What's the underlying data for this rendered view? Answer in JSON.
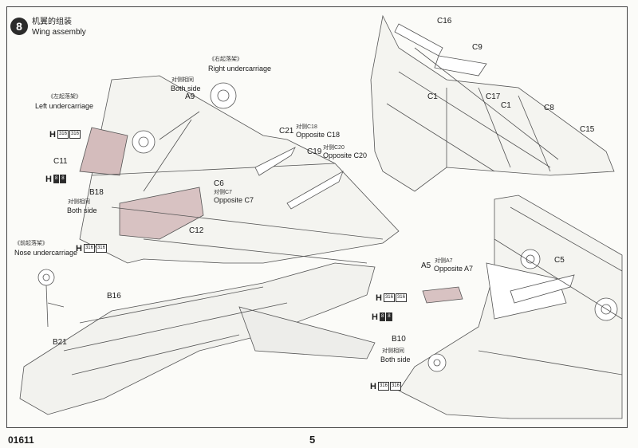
{
  "step": {
    "number": "8",
    "title_cn": "机翼的组装",
    "title_en": "Wing assembly"
  },
  "footer": {
    "product_code": "01611",
    "page_number": "5"
  },
  "paint_callouts": [
    {
      "letter": "H",
      "codes": [
        "316",
        "316"
      ],
      "style": "light"
    },
    {
      "letter": "H",
      "codes": [
        "8",
        "8"
      ],
      "style": "dark"
    },
    {
      "letter": "H",
      "codes": [
        "316",
        "316"
      ],
      "style": "light"
    },
    {
      "letter": "H",
      "codes": [
        "316",
        "316"
      ],
      "style": "light"
    },
    {
      "letter": "H",
      "codes": [
        "8",
        "8"
      ],
      "style": "dark"
    },
    {
      "letter": "H",
      "codes": [
        "316",
        "316"
      ],
      "style": "light"
    }
  ],
  "labels": {
    "right_uc_cn": "《右起落架》",
    "right_uc": "Right undercarriage",
    "both_side_cn_1": "对侧相同",
    "both_side_1": "Both side",
    "a9": "A9",
    "left_uc_cn": "《左起落架》",
    "left_uc": "Left undercarriage",
    "c11": "C11",
    "b18": "B18",
    "both_side_cn_2": "对侧相同",
    "both_side_2": "Both side",
    "c6": "C6",
    "opp_c7_cn": "对侧C7",
    "opp_c7": "Opposite C7",
    "c12": "C12",
    "c21": "C21",
    "opp_c18_cn": "对侧C18",
    "opp_c18": "Opposite C18",
    "c19": "C19",
    "opp_c20_cn": "对侧C20",
    "opp_c20": "Opposite C20",
    "nose_uc_cn": "《前起落架》",
    "nose_uc": "Nose undercarriage",
    "b16": "B16",
    "b21": "B21",
    "c16": "C16",
    "c9": "C9",
    "c1a": "C1",
    "c17": "C17",
    "c1b": "C1",
    "c8": "C8",
    "c15": "C15",
    "a5": "A5",
    "opp_a7_cn": "对侧A7",
    "opp_a7": "Opposite A7",
    "c5": "C5",
    "b10": "B10",
    "both_side_cn_3": "对侧相同",
    "both_side_3": "Both side"
  }
}
